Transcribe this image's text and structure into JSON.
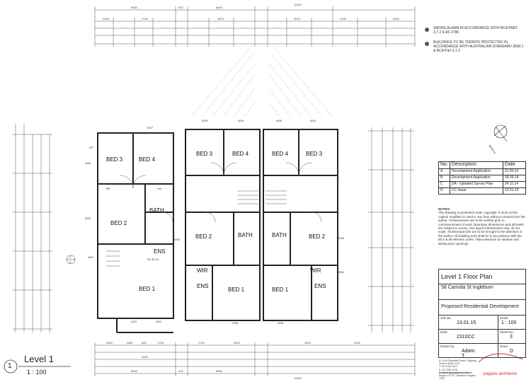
{
  "notes_top": {
    "smoke": "SMOKE ALARM IN ACCORDANCE WITH BCA PART 3.7.2 & AS 3786",
    "termite": "BUILDINGS TO BE TERMITE PROTECTED IN ACCORDANCE WITH AUSTRALIAN STANDARD 3660.1 & BCA Part 3.1.3"
  },
  "north_label": "NORTH",
  "rooms": {
    "bed3_left": "BED 3",
    "bed4_left": "BED 4",
    "bed2_left": "BED 2",
    "bath_left": "BATH",
    "ens_left": "ENS",
    "bed1_left": "BED 1",
    "bed3_a": "BED 3",
    "bed4_a": "BED 4",
    "bed4_b": "BED 4",
    "bed3_b": "BED 3",
    "bed2_a": "BED 2",
    "bath_a": "BATH",
    "bath_b": "BATH",
    "bed2_b": "BED 2",
    "wir_a": "WIR",
    "wir_b": "WIR",
    "ens_a": "ENS",
    "ens_b": "ENS",
    "bed1_a": "BED 1",
    "bed1_b": "BED 1"
  },
  "window_tags": [
    "W27",
    "W26",
    "W25",
    "W24",
    "W23",
    "W22",
    "W28",
    "W29",
    "W30",
    "W31",
    "W32",
    "W33",
    "W34",
    "W35",
    "W36"
  ],
  "small_labels": {
    "dp": "DP",
    "lin": "LIN",
    "br": "BR",
    "rl": "RL 52.10"
  },
  "dims_top": [
    "5600",
    "910",
    "5600",
    "11000",
    "2405",
    "2740",
    "2675",
    "2675",
    "2740",
    "2600"
  ],
  "dims_bottom": [
    "2500",
    "1465",
    "890",
    "1750",
    "2700",
    "3000",
    "2500",
    "2250",
    "3325",
    "5600",
    "910",
    "5600",
    "11005"
  ],
  "revision_table": {
    "headers": [
      "No.",
      "Description",
      "Date"
    ],
    "rows": [
      {
        "no": "A",
        "desc": "Development Application",
        "date": "11.09.14"
      },
      {
        "no": "B",
        "desc": "Development Application",
        "date": "18.09.14"
      },
      {
        "no": "C",
        "desc": "DA - Updated Survey Plan",
        "date": "24.11.14"
      },
      {
        "no": "D",
        "desc": "CC Issue",
        "date": "13.01.15"
      }
    ]
  },
  "notes": {
    "title": "NOTES:",
    "body": "This drawing is protected under copyright. It must not be copied, modified or used in any form without consent from the author. All dimensions are to be verified prior to commencement of work. Boundary dimensions and all levels are subject to survey. Use figured dimensions only, do not scale. All discrepancies are to be brought to the attention of the author. All building work shall be in accordance with the BCA & all relevant codes. Allow tolerance for window and sliding door openings."
  },
  "title_block": {
    "drawing_title": "Level 1 Floor Plan",
    "address": "58 Carinda St Ingleburn",
    "project": "Proposed Residential Development",
    "job_no_label": "Job No.",
    "job_no": "",
    "scale_label": "Scale:",
    "scale": "1 : 100",
    "date_label": "Date:",
    "date": "13.01.15",
    "sheet_label": "Sheet No.",
    "sheet": "3",
    "dwg_label": "",
    "dwg": "2310CC",
    "drawn_label": "Drawn by:",
    "drawn": "Adam. T",
    "issue_label": "Issue:",
    "issue": "D"
  },
  "architect": {
    "address": "A: 2/94 Riverside Road, Chipping Norton NSW 2170\nT: 02 9728 1510\nF: 02 9755 1516\nE: admin@pagano.com.au",
    "registration": "Nominated Architects: Alfredo Pagano 4774, Salvatore Pagano 7003",
    "logo_text": "pagano architects"
  },
  "plan_caption": {
    "number": "1",
    "title": "Level 1",
    "scale": "1 : 100"
  },
  "stair_tag": {
    "top": "3",
    "bottom": "6"
  }
}
